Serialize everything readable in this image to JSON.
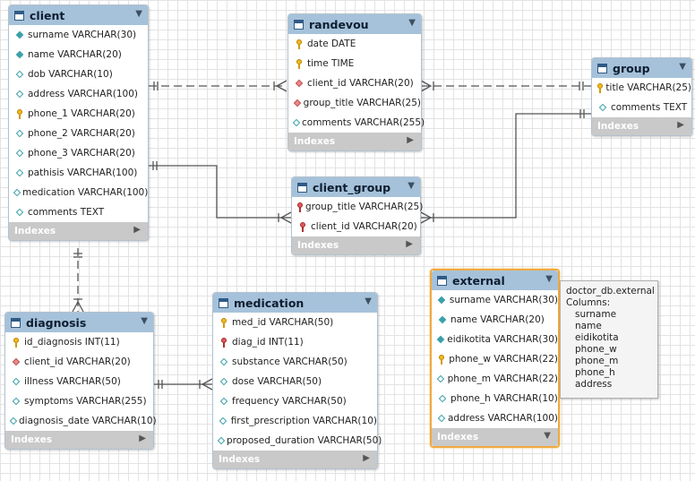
{
  "tables": [
    {
      "name": "client",
      "columns": [
        {
          "icon": "diamond",
          "text": "surname VARCHAR(30)"
        },
        {
          "icon": "diamond",
          "text": "name VARCHAR(20)"
        },
        {
          "icon": "diamond-outline",
          "text": "dob VARCHAR(10)"
        },
        {
          "icon": "diamond-outline",
          "text": "address VARCHAR(100)"
        },
        {
          "icon": "key",
          "text": "phone_1 VARCHAR(20)"
        },
        {
          "icon": "diamond-outline",
          "text": "phone_2 VARCHAR(20)"
        },
        {
          "icon": "diamond-outline",
          "text": "phone_3 VARCHAR(20)"
        },
        {
          "icon": "diamond-outline",
          "text": "pathisis VARCHAR(100)"
        },
        {
          "icon": "diamond-outline",
          "text": "medication VARCHAR(100)"
        },
        {
          "icon": "diamond-outline",
          "text": "comments TEXT"
        }
      ],
      "indexes": "Indexes"
    },
    {
      "name": "randevou",
      "columns": [
        {
          "icon": "key",
          "text": "date DATE"
        },
        {
          "icon": "key",
          "text": "time TIME"
        },
        {
          "icon": "diamond-red",
          "text": "client_id VARCHAR(20)"
        },
        {
          "icon": "diamond-red",
          "text": "group_title VARCHAR(25)"
        },
        {
          "icon": "diamond-outline",
          "text": "comments VARCHAR(255)"
        }
      ],
      "indexes": "Indexes"
    },
    {
      "name": "group",
      "columns": [
        {
          "icon": "key",
          "text": "title VARCHAR(25)"
        },
        {
          "icon": "diamond-outline",
          "text": "comments TEXT"
        }
      ],
      "indexes": "Indexes"
    },
    {
      "name": "client_group",
      "columns": [
        {
          "icon": "key-red",
          "text": "group_title VARCHAR(25)"
        },
        {
          "icon": "key-red",
          "text": "client_id VARCHAR(20)"
        }
      ],
      "indexes": "Indexes"
    },
    {
      "name": "diagnosis",
      "columns": [
        {
          "icon": "key",
          "text": "id_diagnosis INT(11)"
        },
        {
          "icon": "diamond-red",
          "text": "client_id VARCHAR(20)"
        },
        {
          "icon": "diamond-outline",
          "text": "illness VARCHAR(50)"
        },
        {
          "icon": "diamond-outline",
          "text": "symptoms VARCHAR(255)"
        },
        {
          "icon": "diamond-outline",
          "text": "diagnosis_date VARCHAR(10)"
        }
      ],
      "indexes": "Indexes"
    },
    {
      "name": "medication",
      "columns": [
        {
          "icon": "key",
          "text": "med_id VARCHAR(50)"
        },
        {
          "icon": "key-red",
          "text": "diag_id INT(11)"
        },
        {
          "icon": "diamond-outline",
          "text": "substance VARCHAR(50)"
        },
        {
          "icon": "diamond-outline",
          "text": "dose VARCHAR(50)"
        },
        {
          "icon": "diamond-outline",
          "text": "frequency VARCHAR(50)"
        },
        {
          "icon": "diamond-outline",
          "text": "first_prescription VARCHAR(10)"
        },
        {
          "icon": "diamond-outline",
          "text": "proposed_duration VARCHAR(50)"
        }
      ],
      "indexes": "Indexes"
    },
    {
      "name": "external",
      "columns": [
        {
          "icon": "diamond",
          "text": "surname VARCHAR(30)"
        },
        {
          "icon": "diamond",
          "text": "name VARCHAR(20)"
        },
        {
          "icon": "diamond",
          "text": "eidikotita VARCHAR(30)"
        },
        {
          "icon": "key",
          "text": "phone_w VARCHAR(22)"
        },
        {
          "icon": "diamond-outline",
          "text": "phone_m VARCHAR(22)"
        },
        {
          "icon": "diamond-outline",
          "text": "phone_h VARCHAR(10)"
        },
        {
          "icon": "diamond-outline",
          "text": "address VARCHAR(100)"
        }
      ],
      "indexes": "Indexes"
    }
  ],
  "tooltip": {
    "title": "doctor_db.external",
    "label": "Columns:",
    "columns": [
      "surname",
      "name",
      "eidikotita",
      "phone_w",
      "phone_m",
      "phone_h",
      "address"
    ]
  }
}
